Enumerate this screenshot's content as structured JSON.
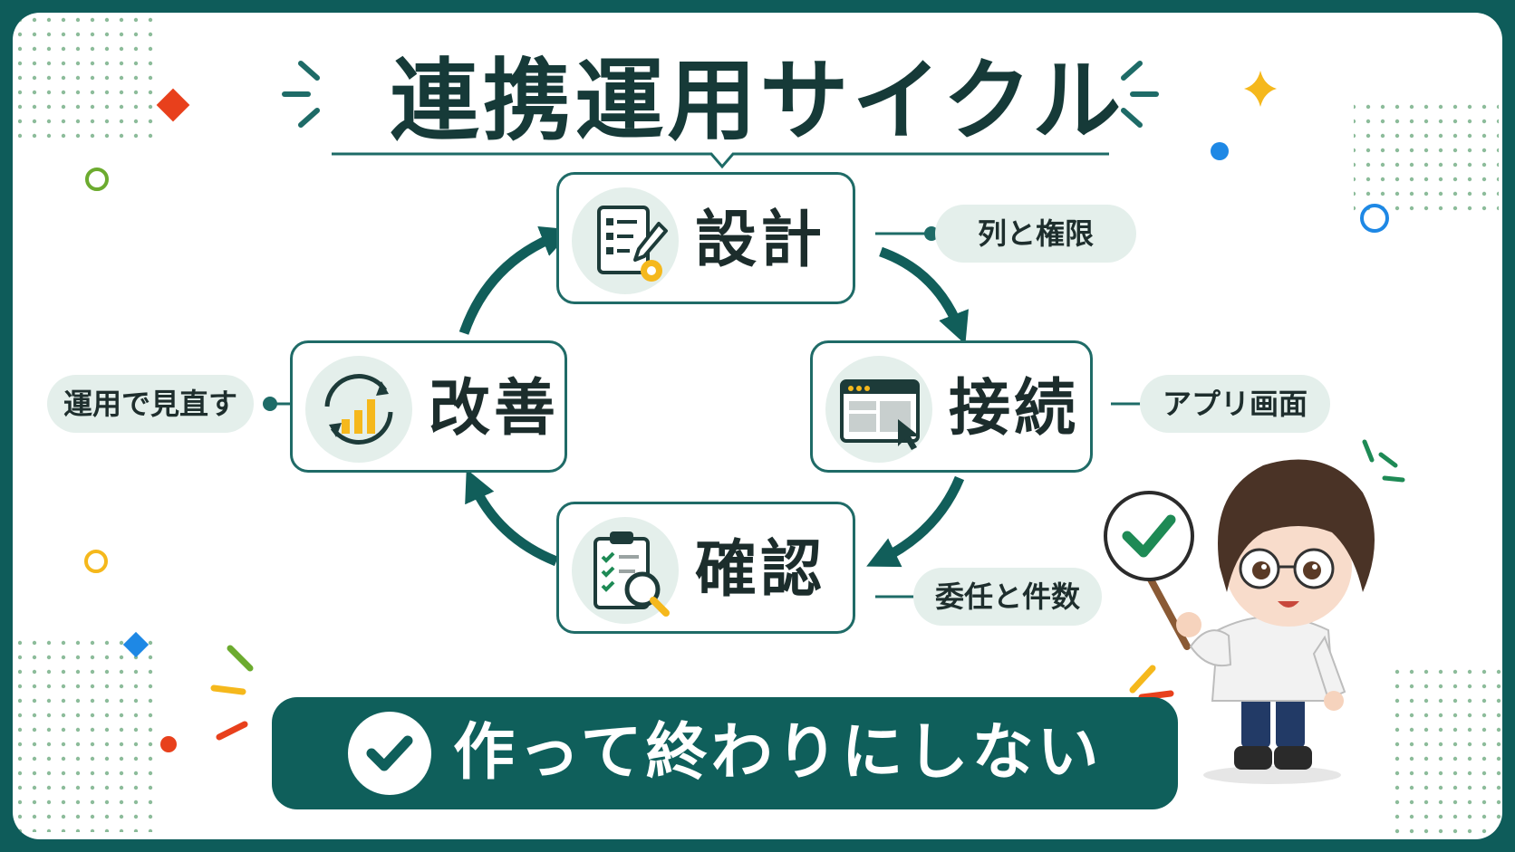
{
  "title": "連携運用サイクル",
  "steps": [
    {
      "label": "設計",
      "icon": "document-gear-icon"
    },
    {
      "label": "接続",
      "icon": "browser-window-cursor-icon"
    },
    {
      "label": "確認",
      "icon": "clipboard-magnifier-icon"
    },
    {
      "label": "改善",
      "icon": "cycle-chart-icon"
    }
  ],
  "notes": {
    "design": "列と権限",
    "connect": "アプリ画面",
    "verify": "委任と件数",
    "improve": "運用で見直す"
  },
  "banner": {
    "text": "作って終わりにしない",
    "icon": "check-circle-icon"
  },
  "colors": {
    "primary": "#0f5f5b",
    "pill": "#e4efeb",
    "accent_yellow": "#f5b81c",
    "accent_red": "#e8401c",
    "accent_blue": "#1e88e5",
    "accent_green": "#6cab2f"
  },
  "mascot": {
    "icon": "mascot-character-with-check-sign"
  }
}
